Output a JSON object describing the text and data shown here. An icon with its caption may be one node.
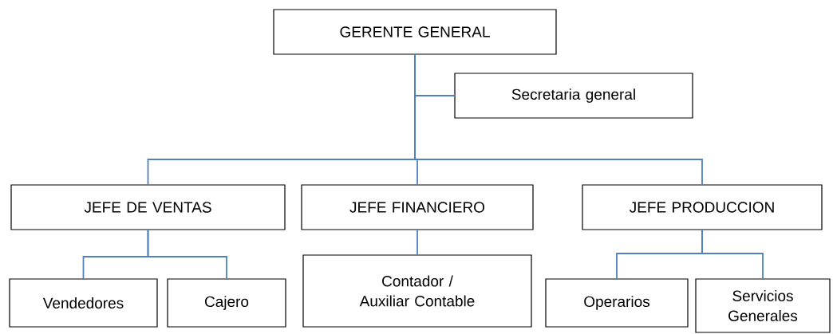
{
  "diagram": {
    "nodes": [
      {
        "text": [
          "GERENTE GENERAL"
        ]
      },
      {
        "text": [
          "Secretaria general"
        ]
      },
      {
        "text": [
          "JEFE DE VENTAS"
        ]
      },
      {
        "text": [
          "JEFE FINANCIERO"
        ]
      },
      {
        "text": [
          "JEFE PRODUCCION"
        ]
      },
      {
        "text": [
          "Vendedores"
        ]
      },
      {
        "text": [
          "Cajero"
        ]
      },
      {
        "text": [
          "Contador / Auxiliar Contable"
        ]
      },
      {
        "text": [
          "Operarios"
        ]
      },
      {
        "text": [
          "Servicios Generales"
        ]
      }
    ],
    "edges": [
      {
        "from": 0,
        "to": 1,
        "arrow": "none"
      },
      {
        "from": 0,
        "to": 2,
        "arrow": "none"
      },
      {
        "from": 0,
        "to": 3,
        "arrow": "none"
      },
      {
        "from": 0,
        "to": 4,
        "arrow": "none"
      },
      {
        "from": 2,
        "to": 5,
        "arrow": "none"
      },
      {
        "from": 2,
        "to": 6,
        "arrow": "none"
      },
      {
        "from": 3,
        "to": 7,
        "arrow": "none"
      },
      {
        "from": 4,
        "to": 8,
        "arrow": "none"
      },
      {
        "from": 4,
        "to": 9,
        "arrow": "none"
      }
    ]
  }
}
